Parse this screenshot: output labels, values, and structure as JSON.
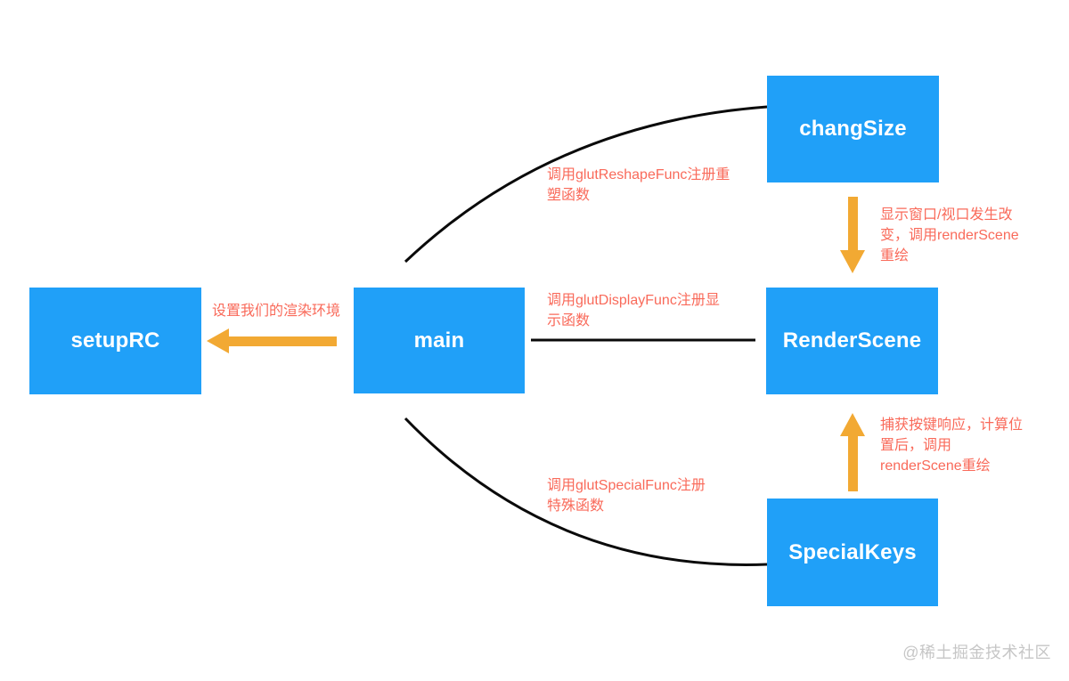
{
  "colors": {
    "background": "#FFFFFF",
    "box_blue": "#20A0F8",
    "arrow_orange": "#F2A933",
    "annotation_red": "#F96A5A",
    "line_black": "#0A0A0A",
    "watermark_gray": "#C6C6C6"
  },
  "nodes": {
    "changsize": {
      "label": "changSize"
    },
    "setuprc": {
      "label": "setupRC"
    },
    "main": {
      "label": "main"
    },
    "renderscene": {
      "label": "RenderScene"
    },
    "specialkeys": {
      "label": "SpecialKeys"
    }
  },
  "edges": [
    {
      "from": "main",
      "to": "changsize",
      "style": "black-curve"
    },
    {
      "from": "main",
      "to": "renderscene",
      "style": "black-line"
    },
    {
      "from": "main",
      "to": "specialkeys",
      "style": "black-curve"
    },
    {
      "from": "main",
      "to": "setuprc",
      "style": "orange-arrow"
    },
    {
      "from": "changsize",
      "to": "renderscene",
      "style": "orange-arrow"
    },
    {
      "from": "specialkeys",
      "to": "renderscene",
      "style": "orange-arrow"
    }
  ],
  "annotations": {
    "reshape": {
      "lines": [
        "调用glutReshapeFunc注册重",
        "塑函数"
      ]
    },
    "resize_effect": {
      "lines": [
        "显示窗口/视口发生改",
        "变，调用renderScene",
        "重绘"
      ]
    },
    "setup": {
      "lines": [
        "设置我们的渲染环境"
      ]
    },
    "display": {
      "lines": [
        "调用glutDisplayFunc注册显",
        "示函数"
      ]
    },
    "keys_effect": {
      "lines": [
        "捕获按键响应，计算位",
        "置后，调用",
        "renderScene重绘"
      ]
    },
    "special": {
      "lines": [
        "调用glutSpecialFunc注册",
        "特殊函数"
      ]
    }
  },
  "watermark": {
    "text": "@稀土掘金技术社区"
  }
}
